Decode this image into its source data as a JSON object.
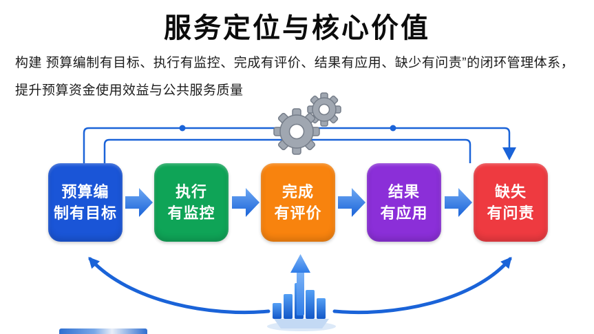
{
  "header": {
    "title": "服务定位与核心价值",
    "intro_line1": "构建 预算编制有目标、执行有监控、完成有评价、结果有应用、缺少有问责”的闭环管理体系，",
    "intro_line2": "提升预算资金使用效益与公共服务质量"
  },
  "flow": {
    "steps": [
      {
        "line1": "预算编",
        "line2": "制有目标",
        "color": "#1a55d7"
      },
      {
        "line1": "执行",
        "line2": "有监控",
        "color": "#0fa457"
      },
      {
        "line1": "完成",
        "line2": "有评价",
        "color": "#f8830e"
      },
      {
        "line1": "结果",
        "line2": "有应用",
        "color": "#8b2fd8"
      },
      {
        "line1": "缺失",
        "line2": "有问责",
        "color": "#ee3a40"
      }
    ]
  },
  "colors": {
    "accent_blue": "#1a63d8",
    "chevron_light": "#6ea8f3",
    "gear_gray": "#a0a7b1",
    "background": "#ffffff"
  },
  "icons": {
    "top_center": "gears-icon",
    "bottom_center": "bar-chart-rising-icon",
    "between_steps": "chevron-arrow-icon",
    "feedback_top": "loop-connector-line",
    "feedback_bottom": "curved-arrow"
  }
}
